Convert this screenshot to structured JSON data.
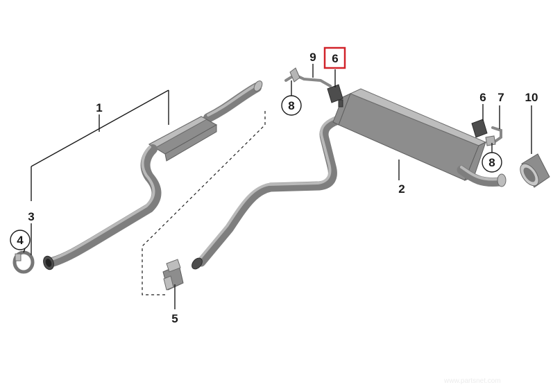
{
  "callouts": {
    "c1": "1",
    "c2": "2",
    "c3": "3",
    "c4": "4",
    "c5": "5",
    "c6_highlighted": "6",
    "c6_right": "6",
    "c7": "7",
    "c8_left": "8",
    "c8_right": "8",
    "c9": "9",
    "c10": "10"
  },
  "highlighted_part": "6",
  "colors": {
    "highlight_box": "#d1232a",
    "parts": "#8d8d8d",
    "leader_lines": "#1a1a1a",
    "background": "#ffffff"
  },
  "watermark": "www.partsnet.com"
}
